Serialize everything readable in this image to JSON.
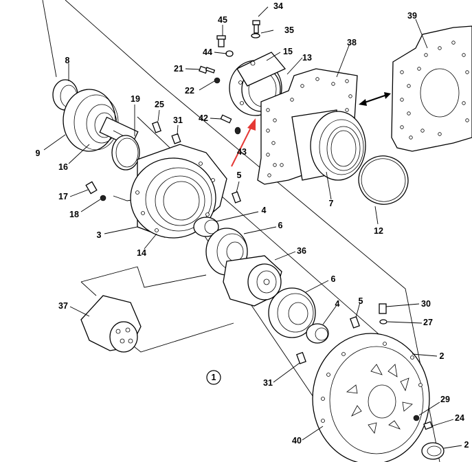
{
  "diagram": {
    "figure_number": "1",
    "arrow_color": "#e53935",
    "callouts": {
      "c1": "34",
      "c2": "35",
      "c3": "45",
      "c4": "44",
      "c5": "15",
      "c6": "13",
      "c7": "38",
      "c8": "39",
      "c9": "21",
      "c10": "22",
      "c11": "42",
      "c12": "43",
      "c13": "8",
      "c14": "9",
      "c15": "16",
      "c16": "19",
      "c17": "25",
      "c18": "31",
      "c19": "7",
      "c20": "12",
      "c21": "17",
      "c22": "18",
      "c23": "5",
      "c24": "3",
      "c25": "14",
      "c26": "4",
      "c27": "6",
      "c28": "36",
      "c29": "37",
      "c30": "6",
      "c31": "4",
      "c32": "5",
      "c33": "30",
      "c34": "27",
      "c35": "2",
      "c36": "31",
      "c37": "29",
      "c38": "24",
      "c39": "40",
      "c40": "2"
    }
  }
}
